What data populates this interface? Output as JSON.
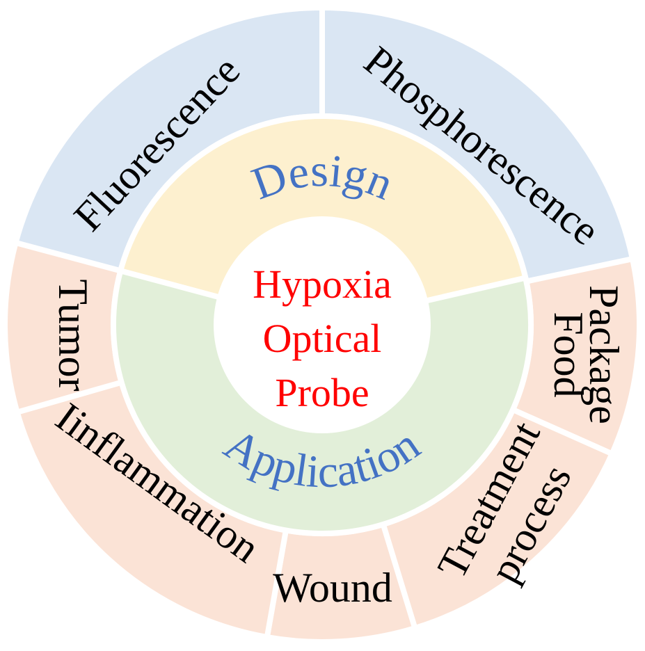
{
  "center": {
    "lines": [
      "Hypoxia",
      "Optical",
      "Probe"
    ]
  },
  "inner_ring": {
    "design": "Design",
    "application": "Application"
  },
  "outer_ring": {
    "fluorescence": "Fluorescence",
    "phosphorescence": "Phosphorescence",
    "food_package": [
      "Food",
      "Package"
    ],
    "treatment_process": [
      "Treatment",
      "process"
    ],
    "wound": "Wound",
    "inflammation": "Iinflammation",
    "tumor": "Tumor"
  },
  "colors": {
    "design_blue": "#dae6f3",
    "design_yellow": "#fdf0cf",
    "application_green": "#e2efd9",
    "application_peach": "#fbe3d6",
    "inner_text": "#4472c4",
    "center_text": "#ff0000"
  }
}
